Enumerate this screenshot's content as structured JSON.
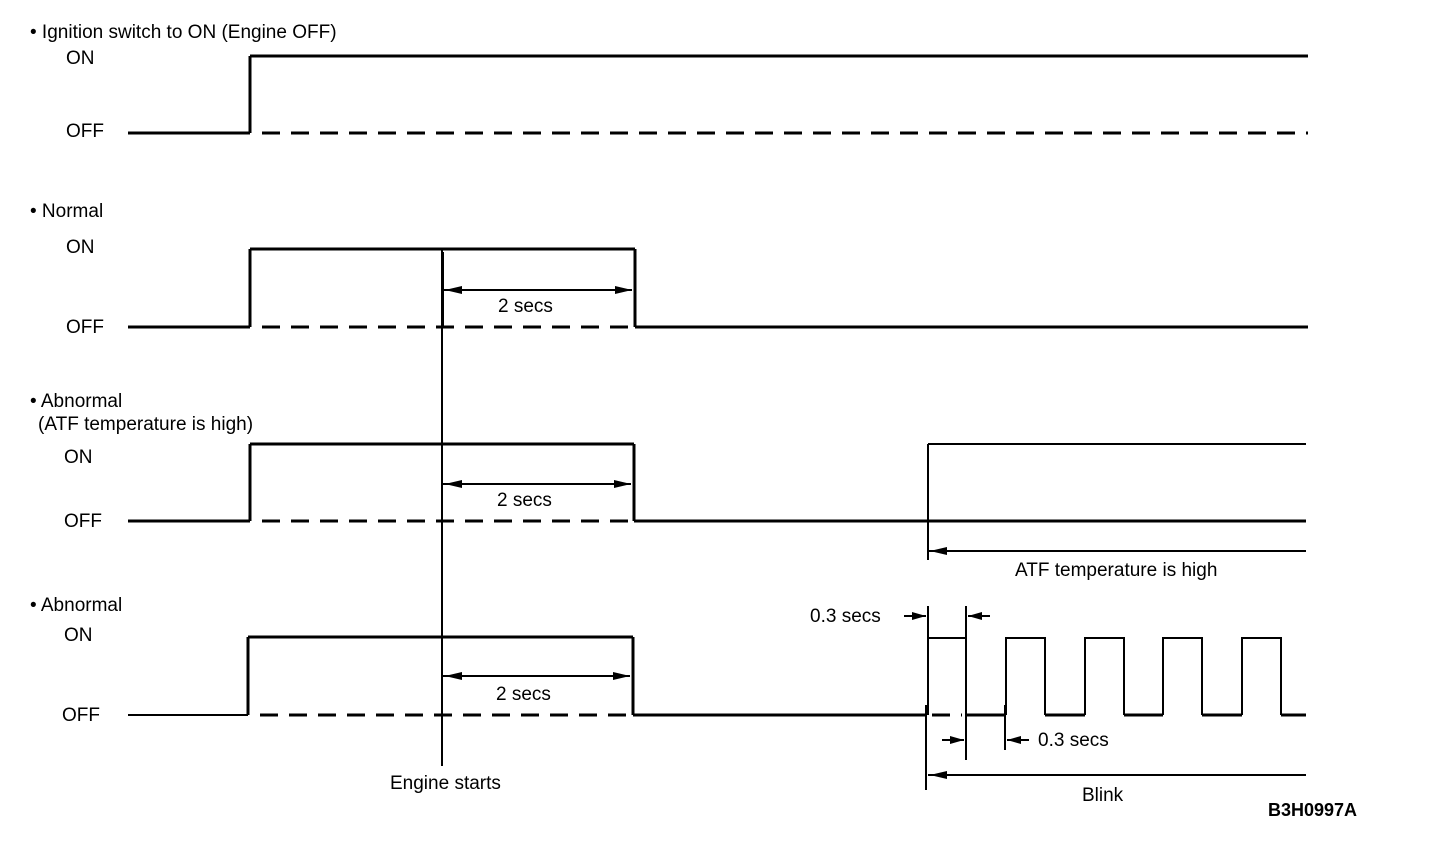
{
  "sections": [
    {
      "title": "• Ignition switch to ON (Engine OFF)",
      "on": "ON",
      "off": "OFF"
    },
    {
      "title": "• Normal",
      "on": "ON",
      "off": "OFF",
      "duration": "2 secs"
    },
    {
      "title": "• Abnormal",
      "subtitle": "(ATF temperature is high)",
      "on": "ON",
      "off": "OFF",
      "duration": "2 secs",
      "note": "ATF temperature is high"
    },
    {
      "title": "• Abnormal",
      "on": "ON",
      "off": "OFF",
      "duration": "2 secs",
      "pulse_on": "0.3 secs",
      "pulse_off": "0.3 secs",
      "note": "Blink"
    }
  ],
  "engine_starts": "Engine starts",
  "figure_code": "B3H0997A"
}
